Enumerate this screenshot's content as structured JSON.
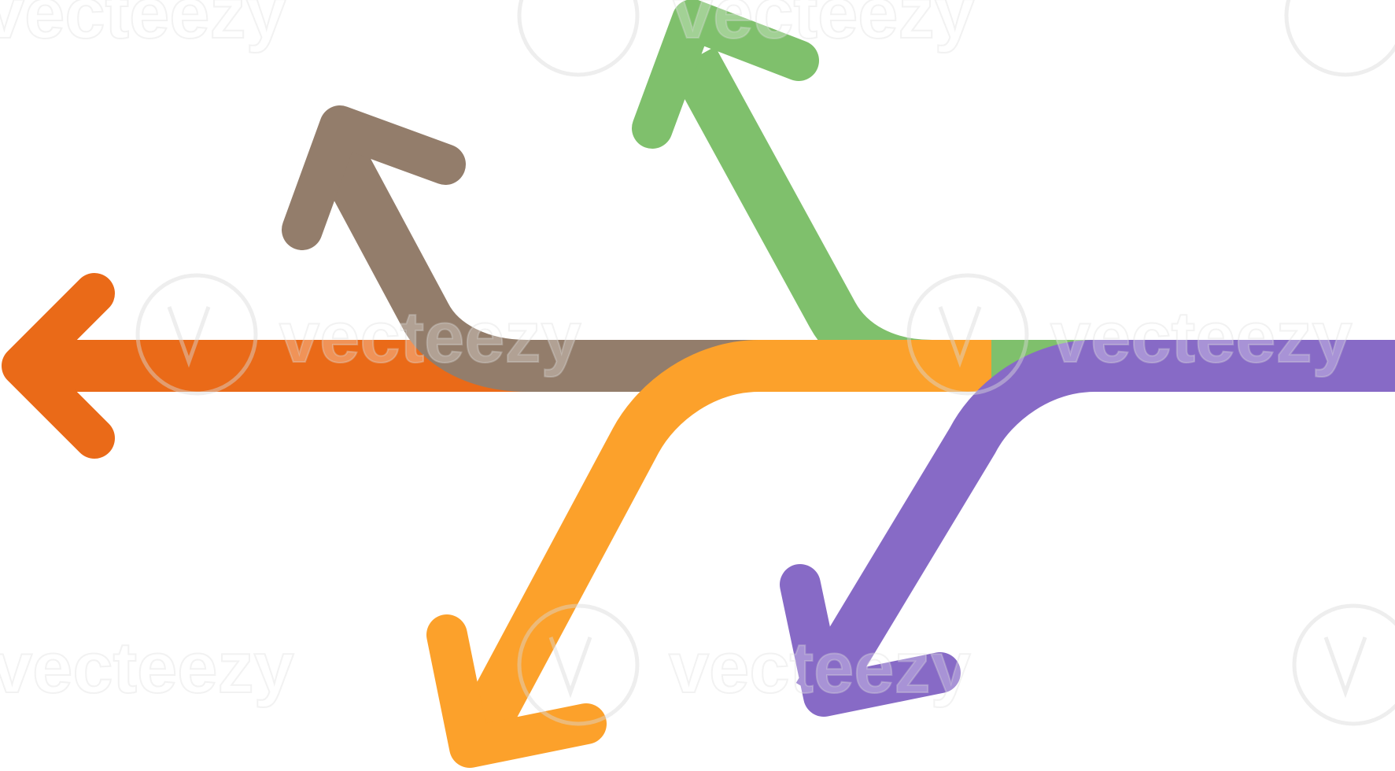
{
  "diagram": {
    "kind": "diverging arrows",
    "background": "#ffffff",
    "arrows": [
      {
        "id": "orange-left",
        "color": "#ea6a18",
        "direction": "left"
      },
      {
        "id": "brown-up",
        "color": "#937d6b",
        "direction": "up-left"
      },
      {
        "id": "green-up",
        "color": "#7fc06c",
        "direction": "up-left"
      },
      {
        "id": "amber-down",
        "color": "#fca12b",
        "direction": "down-left"
      },
      {
        "id": "purple-down",
        "color": "#876ac6",
        "direction": "down-left"
      }
    ]
  },
  "watermark": {
    "brand": "Vecteezy",
    "text": "vecteezy",
    "icon": "vecteezy-logo-icon"
  }
}
